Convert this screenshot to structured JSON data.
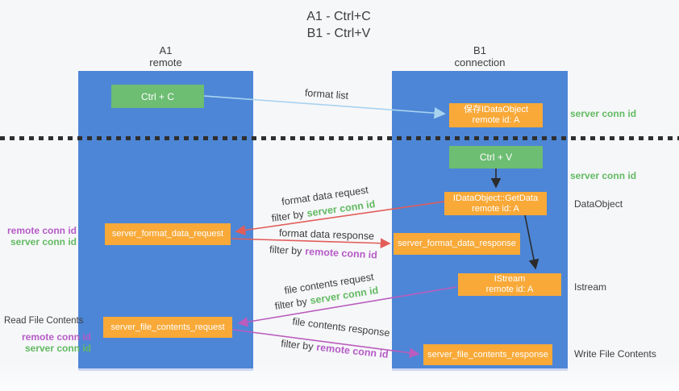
{
  "colors": {
    "bg": "#f6f7f9",
    "lane-blue": "#4d86d6",
    "lane-edge": "#ccd7f0",
    "box-green": "#6dbd73",
    "box-orange": "#f8a938",
    "arrow-red": "#e25d5a",
    "arrow-purple": "#ba5dbe",
    "arrow-blue": "#a8d3f0",
    "arrow-black": "#2b2b2b",
    "text-green": "#62ba62",
    "text-purple": "#b55bc6",
    "text-dark": "#3d3d3d",
    "dash": "#2f2f2f"
  },
  "title": {
    "line1": "A1 - Ctrl+C",
    "line2": "B1 - Ctrl+V"
  },
  "lane_a": {
    "header1": "A1",
    "header2": "remote"
  },
  "lane_b": {
    "header1": "B1",
    "header2": "connection"
  },
  "nodes": {
    "ctrl_c": "Ctrl + C",
    "ctrl_v": "Ctrl + V",
    "save_dataobject": {
      "line1": "保存IDataObject",
      "line2": "remote id: A"
    },
    "getdata": {
      "line1": "IDataObject::GetData",
      "line2": "remote id: A"
    },
    "istream": {
      "line1": "IStream",
      "line2": "remote id: A"
    },
    "format_request": "server_format_data_request",
    "format_response": "server_format_data_response",
    "file_request": "server_file_contents_request",
    "file_response": "server_file_contents_response"
  },
  "edges": {
    "format_list": "format list",
    "format_data_request": "format data request",
    "format_data_response": "format data response",
    "file_contents_request": "file contents request",
    "file_contents_response": "file contents response",
    "filter_by": "filter by",
    "server_conn_id": "server conn id",
    "remote_conn_id": "remote conn id"
  },
  "side": {
    "server_conn_id_top": "server conn id",
    "server_conn_id_mid": "server conn id",
    "dataobject": "DataObject",
    "istream": "Istream",
    "read_file": "Read File Contents",
    "write_file": "Write File Contents",
    "remote_conn_id": "remote conn id",
    "server_conn_id": "server conn id"
  }
}
